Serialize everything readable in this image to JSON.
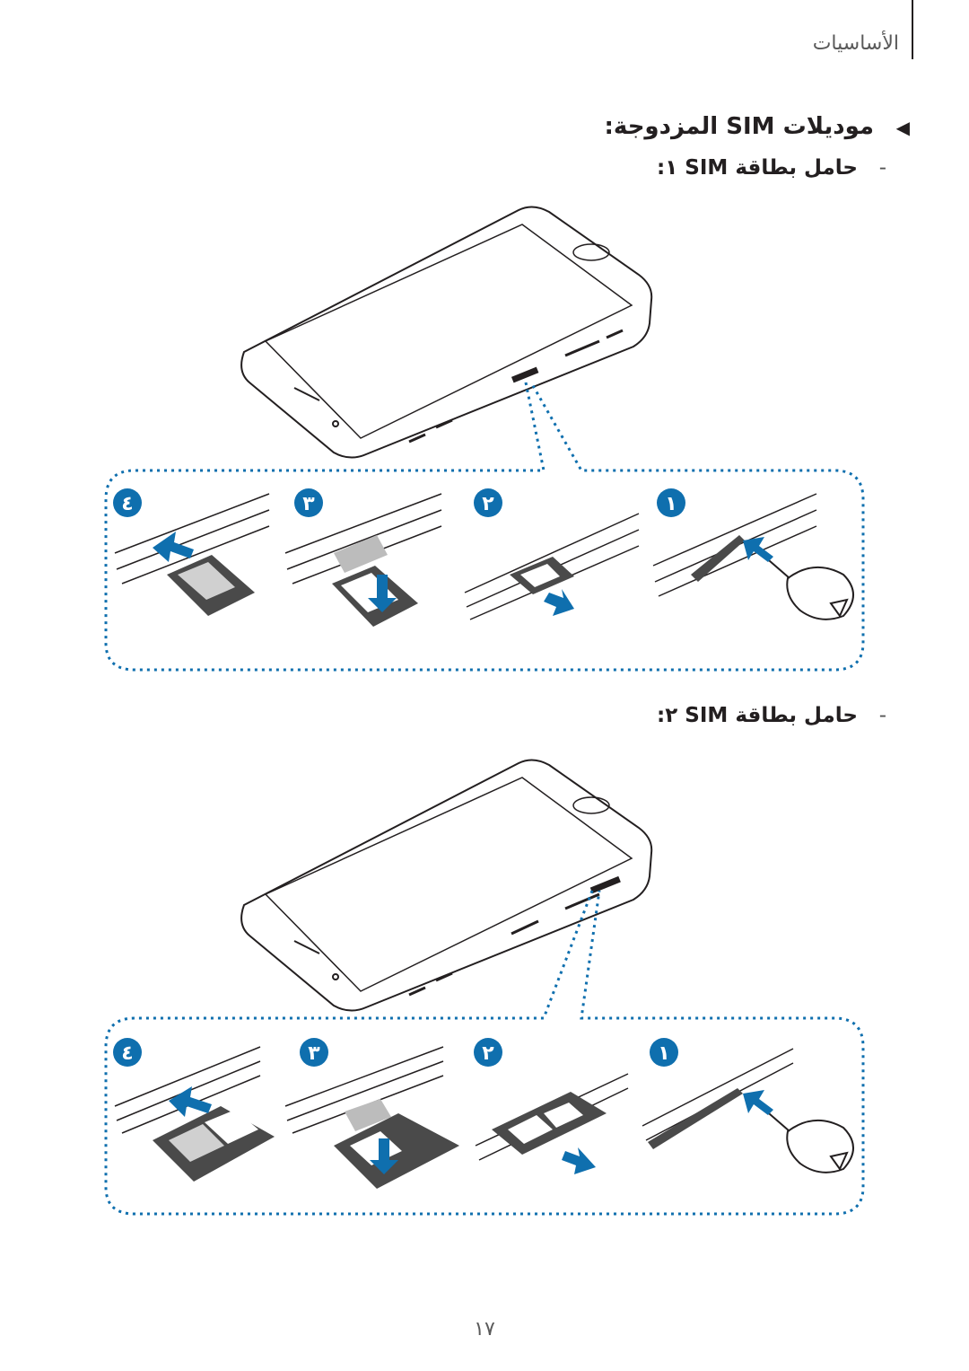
{
  "header": {
    "section": "الأساسيات"
  },
  "title": "موديلات SIM المزدوجة:",
  "subsections": [
    {
      "label": "حامل بطاقة SIM ١:"
    },
    {
      "label": "حامل بطاقة SIM ٢:"
    }
  ],
  "steps": [
    "١",
    "٢",
    "٣",
    "٤"
  ],
  "page_number": "١٧",
  "colors": {
    "accent": "#0f6fae",
    "line": "#231f20",
    "tray": "#4a4a4a"
  }
}
